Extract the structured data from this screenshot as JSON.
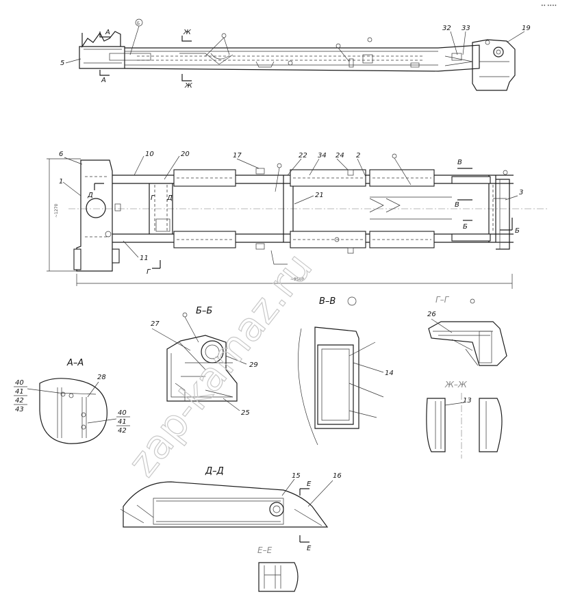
{
  "corner_mark": "•• ••••",
  "watermark": "zap-kamaz.ru",
  "side_view": {
    "labels": {
      "part5": "5",
      "part32": "32",
      "part33": "33",
      "part19": "19",
      "marker_b": "Б"
    },
    "cuts": {
      "a_top": "А",
      "a_bottom": "А",
      "zh_top": "Ж",
      "zh_bottom": "Ж"
    }
  },
  "plan_view": {
    "labels": {
      "p6": "6",
      "p1": "1",
      "p10": "10",
      "p20": "20",
      "p17": "17",
      "p22": "22",
      "p34": "34",
      "p24": "24",
      "p2": "2",
      "p21": "21",
      "p11": "11",
      "p3": "3",
      "d1": "Д",
      "d2": "Д",
      "g_left": "Г",
      "g_bottom": "Г",
      "b_right": "Б",
      "b_small": "Б",
      "v_top": "В",
      "v_mid": "В"
    },
    "dims": {
      "height_text": "~1270",
      "length_text": "~8500"
    }
  },
  "sections": {
    "bb": {
      "title": "Б–Б",
      "labels": {
        "p27": "27",
        "p29": "29",
        "p25": "25"
      }
    },
    "vv": {
      "title": "В–В",
      "labels": {
        "p14": "14"
      }
    },
    "gg": {
      "title": "Г–Г",
      "labels": {
        "p26": "26"
      }
    },
    "zhzh": {
      "title": "Ж–Ж",
      "labels": {
        "p13": "13"
      }
    },
    "aa": {
      "title": "А–А",
      "labels": {
        "l40a": "40",
        "l41a": "41",
        "l42a": "42",
        "l43a": "43",
        "l28": "28",
        "l40b": "40",
        "l41b": "41",
        "l42b": "42"
      }
    },
    "dd": {
      "title": "Д–Д",
      "labels": {
        "p15": "15",
        "p16": "16",
        "e_top": "Е",
        "e_bottom": "Е"
      }
    },
    "ee": {
      "title": "Е–Е"
    }
  }
}
